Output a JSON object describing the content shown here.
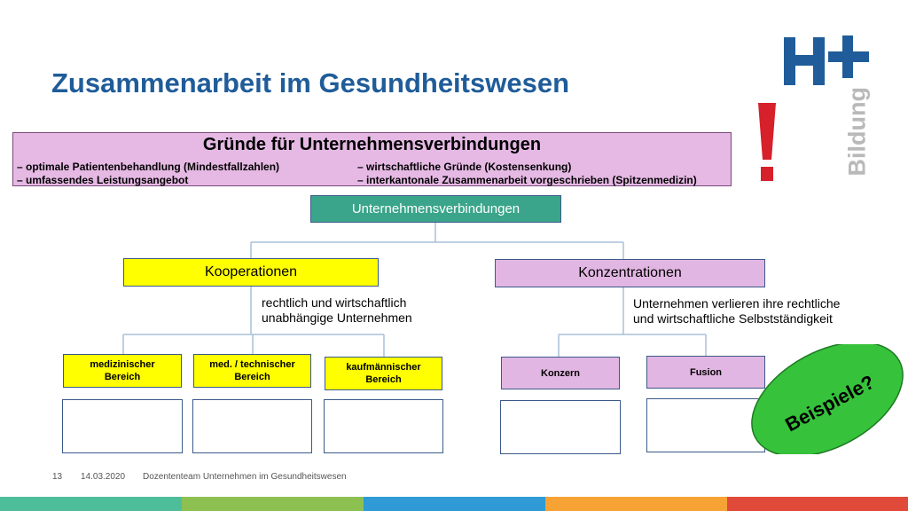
{
  "slide": {
    "title": "Zusammenarbeit im Gesundheitswesen"
  },
  "logo": {
    "name": "H+",
    "sub": "Bildung",
    "colors": {
      "brand": "#1f5c99",
      "sub": "#b9b9b9",
      "exclaim": "#d6202a"
    }
  },
  "reasons": {
    "title": "Gründe für Unternehmensverbindungen",
    "left": [
      "–  optimale Patientenbehandlung (Mindestfallzahlen)",
      "–  umfassendes Leistungsangebot"
    ],
    "right": [
      "–  wirtschaftliche Gründe (Kostensenkung)",
      "–  interkantonale Zusammenarbeit vorgeschrieben (Spitzenmedizin)"
    ]
  },
  "tree": {
    "root": "Unternehmensverbindungen",
    "kooperationen": {
      "label": "Kooperationen",
      "note_line1": "rechtlich und wirtschaftlich",
      "note_line2": "unabhängige Unternehmen",
      "children": [
        {
          "line1": "medizinischer",
          "line2": "Bereich"
        },
        {
          "line1": "med. / technischer",
          "line2": "Bereich"
        },
        {
          "line1": "kaufmännischer",
          "line2": "Bereich"
        }
      ]
    },
    "konzentrationen": {
      "label": "Konzentrationen",
      "note_line1": "Unternehmen verlieren ihre rechtliche",
      "note_line2": "und wirtschaftliche Selbstständigkeit",
      "children": [
        {
          "line1": "Konzern"
        },
        {
          "line1": "Fusion"
        }
      ]
    }
  },
  "bubble": {
    "text": "Beispiele?",
    "color": "#36c23a"
  },
  "footer": {
    "page": "13",
    "date": "14.03.2020",
    "text": "Dozententeam Unternehmen im Gesundheitswesen"
  },
  "colors": {
    "root": "#3aa58a",
    "kooperation": "#ffff00",
    "konzentration": "#e2b6e2",
    "reasons_bg": "#e5b9e4",
    "stripes": [
      "#4dbd9a",
      "#8cc152",
      "#2f9ad6",
      "#f7a234",
      "#e1493a"
    ]
  }
}
